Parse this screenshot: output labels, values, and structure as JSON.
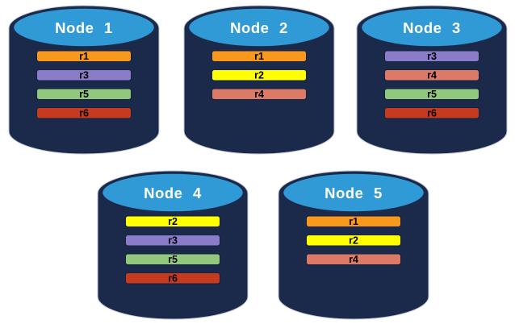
{
  "diagram": {
    "kind": "database-cylinder-replica-distribution",
    "background_color": "#ffffff"
  },
  "cylinder": {
    "body_color": "#1B2A4B",
    "top_color": "#2F9AD6",
    "outline_color": "#C2C9D4",
    "title_color": "#ffffff",
    "bar_text_color": "#000000"
  },
  "palette": {
    "r1": "#F8991D",
    "r2": "#FFFF00",
    "r3": "#8A7CC8",
    "r4": "#DC7A67",
    "r5": "#92C87E",
    "r6": "#C63A20"
  },
  "nodes": [
    {
      "id": "node-1",
      "label": "Node 1",
      "bars": [
        "r1",
        "r3",
        "r5",
        "r6"
      ]
    },
    {
      "id": "node-2",
      "label": "Node 2",
      "bars": [
        "r1",
        "r2",
        "r4"
      ]
    },
    {
      "id": "node-3",
      "label": "Node 3",
      "bars": [
        "r3",
        "r4",
        "r5",
        "r6"
      ]
    },
    {
      "id": "node-4",
      "label": "Node 4",
      "bars": [
        "r2",
        "r3",
        "r5",
        "r6"
      ]
    },
    {
      "id": "node-5",
      "label": "Node 5",
      "bars": [
        "r1",
        "r2",
        "r4"
      ]
    }
  ]
}
